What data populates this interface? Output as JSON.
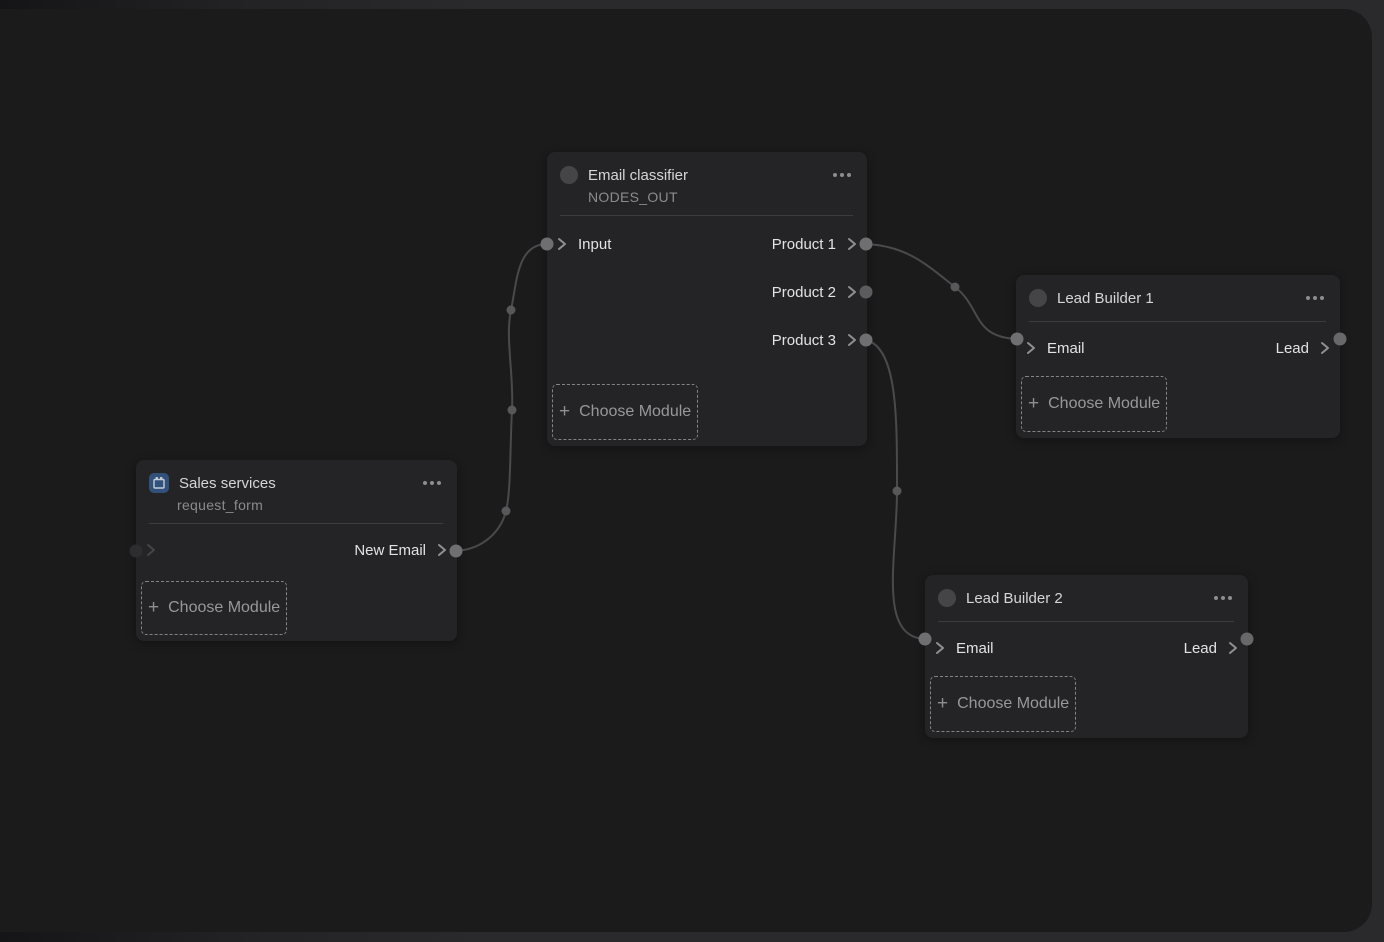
{
  "ui": {
    "plus": "+",
    "choose_module": "Choose Module"
  },
  "colors": {
    "canvas_bg": "#1b1b1c",
    "frame_bg": "#2a2a2c",
    "node_bg": "#242426",
    "wire": "#4a4a4c",
    "port_connected": "#6f6f71",
    "port_idle": "#5c5c5e",
    "port_dim": "#2d2d2f",
    "form_icon_blue": "#31517b"
  },
  "nodes": [
    {
      "title": "Email classifier",
      "subtitle": "NODES_OUT",
      "icon": "status-circle",
      "rows": {
        "input": "Input",
        "output1": "Product 1",
        "output2": "Product 2",
        "output3": "Product 3"
      }
    },
    {
      "title": "Sales services",
      "subtitle": "request_form",
      "icon": "form",
      "rows": {
        "output": "New Email"
      }
    },
    {
      "title": "Lead Builder 1",
      "icon": "status-circle",
      "rows": {
        "input": "Email",
        "output": "Lead"
      }
    },
    {
      "title": "Lead Builder 2",
      "icon": "status-circle",
      "rows": {
        "input": "Email",
        "output": "Lead"
      }
    }
  ],
  "connections": [
    {
      "from": "Sales services / New Email",
      "to": "Email classifier / Input"
    },
    {
      "from": "Email classifier / Product 1",
      "to": "Lead Builder 1 / Email"
    },
    {
      "from": "Email classifier / Product 3",
      "to": "Lead Builder 2 / Email"
    }
  ]
}
